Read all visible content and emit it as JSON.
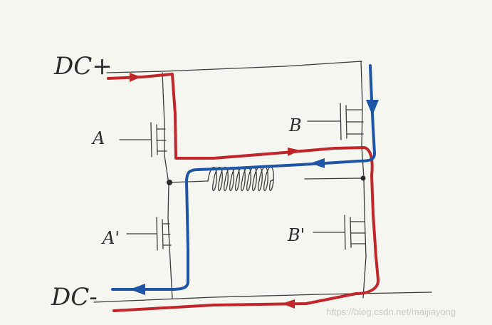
{
  "labels": {
    "dc_plus": "DC+",
    "dc_minus": "DC-",
    "switch_a": "A",
    "switch_a_prime": "A'",
    "switch_b": "B",
    "switch_b_prime": "B'"
  },
  "watermark": "https://blog.csdn.net/maijiayong",
  "colors": {
    "background": "#f6f6f1",
    "wire": "#3a3a3a",
    "current_path_1": "#c0262a",
    "current_path_2": "#1f55a6"
  }
}
